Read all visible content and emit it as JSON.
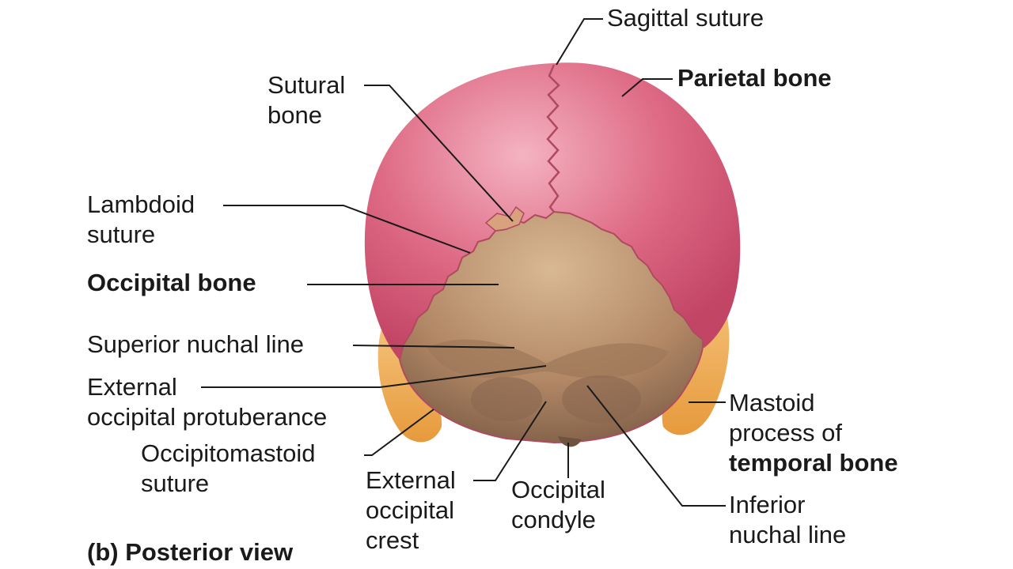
{
  "labels": {
    "sagittal_suture": "Sagittal suture",
    "parietal_bone": "Parietal bone",
    "sutural_bone": [
      "Sutural",
      "bone"
    ],
    "lambdoid_suture": [
      "Lambdoid",
      "suture"
    ],
    "occipital_bone": "Occipital bone",
    "superior_nuchal_line": "Superior nuchal line",
    "external_occipital_protuberance": [
      "External",
      "occipital protuberance"
    ],
    "occipitomastoid_suture": [
      "Occipitomastoid",
      "suture"
    ],
    "external_occipital_crest": [
      "External",
      "occipital",
      "crest"
    ],
    "occipital_condyle": [
      "Occipital",
      "condyle"
    ],
    "mastoid_process": [
      "Mastoid",
      "process of",
      "temporal bone"
    ],
    "inferior_nuchal_line": [
      "Inferior",
      "nuchal line"
    ]
  },
  "caption": "(b) Posterior view",
  "colors": {
    "parietal": "#d65a78",
    "parietal_highlight": "#f0a7b7",
    "occipital": "#c9a27f",
    "occipital_dark": "#8a6850",
    "temporal": "#f0b15a",
    "suture": "#b04a5f"
  }
}
